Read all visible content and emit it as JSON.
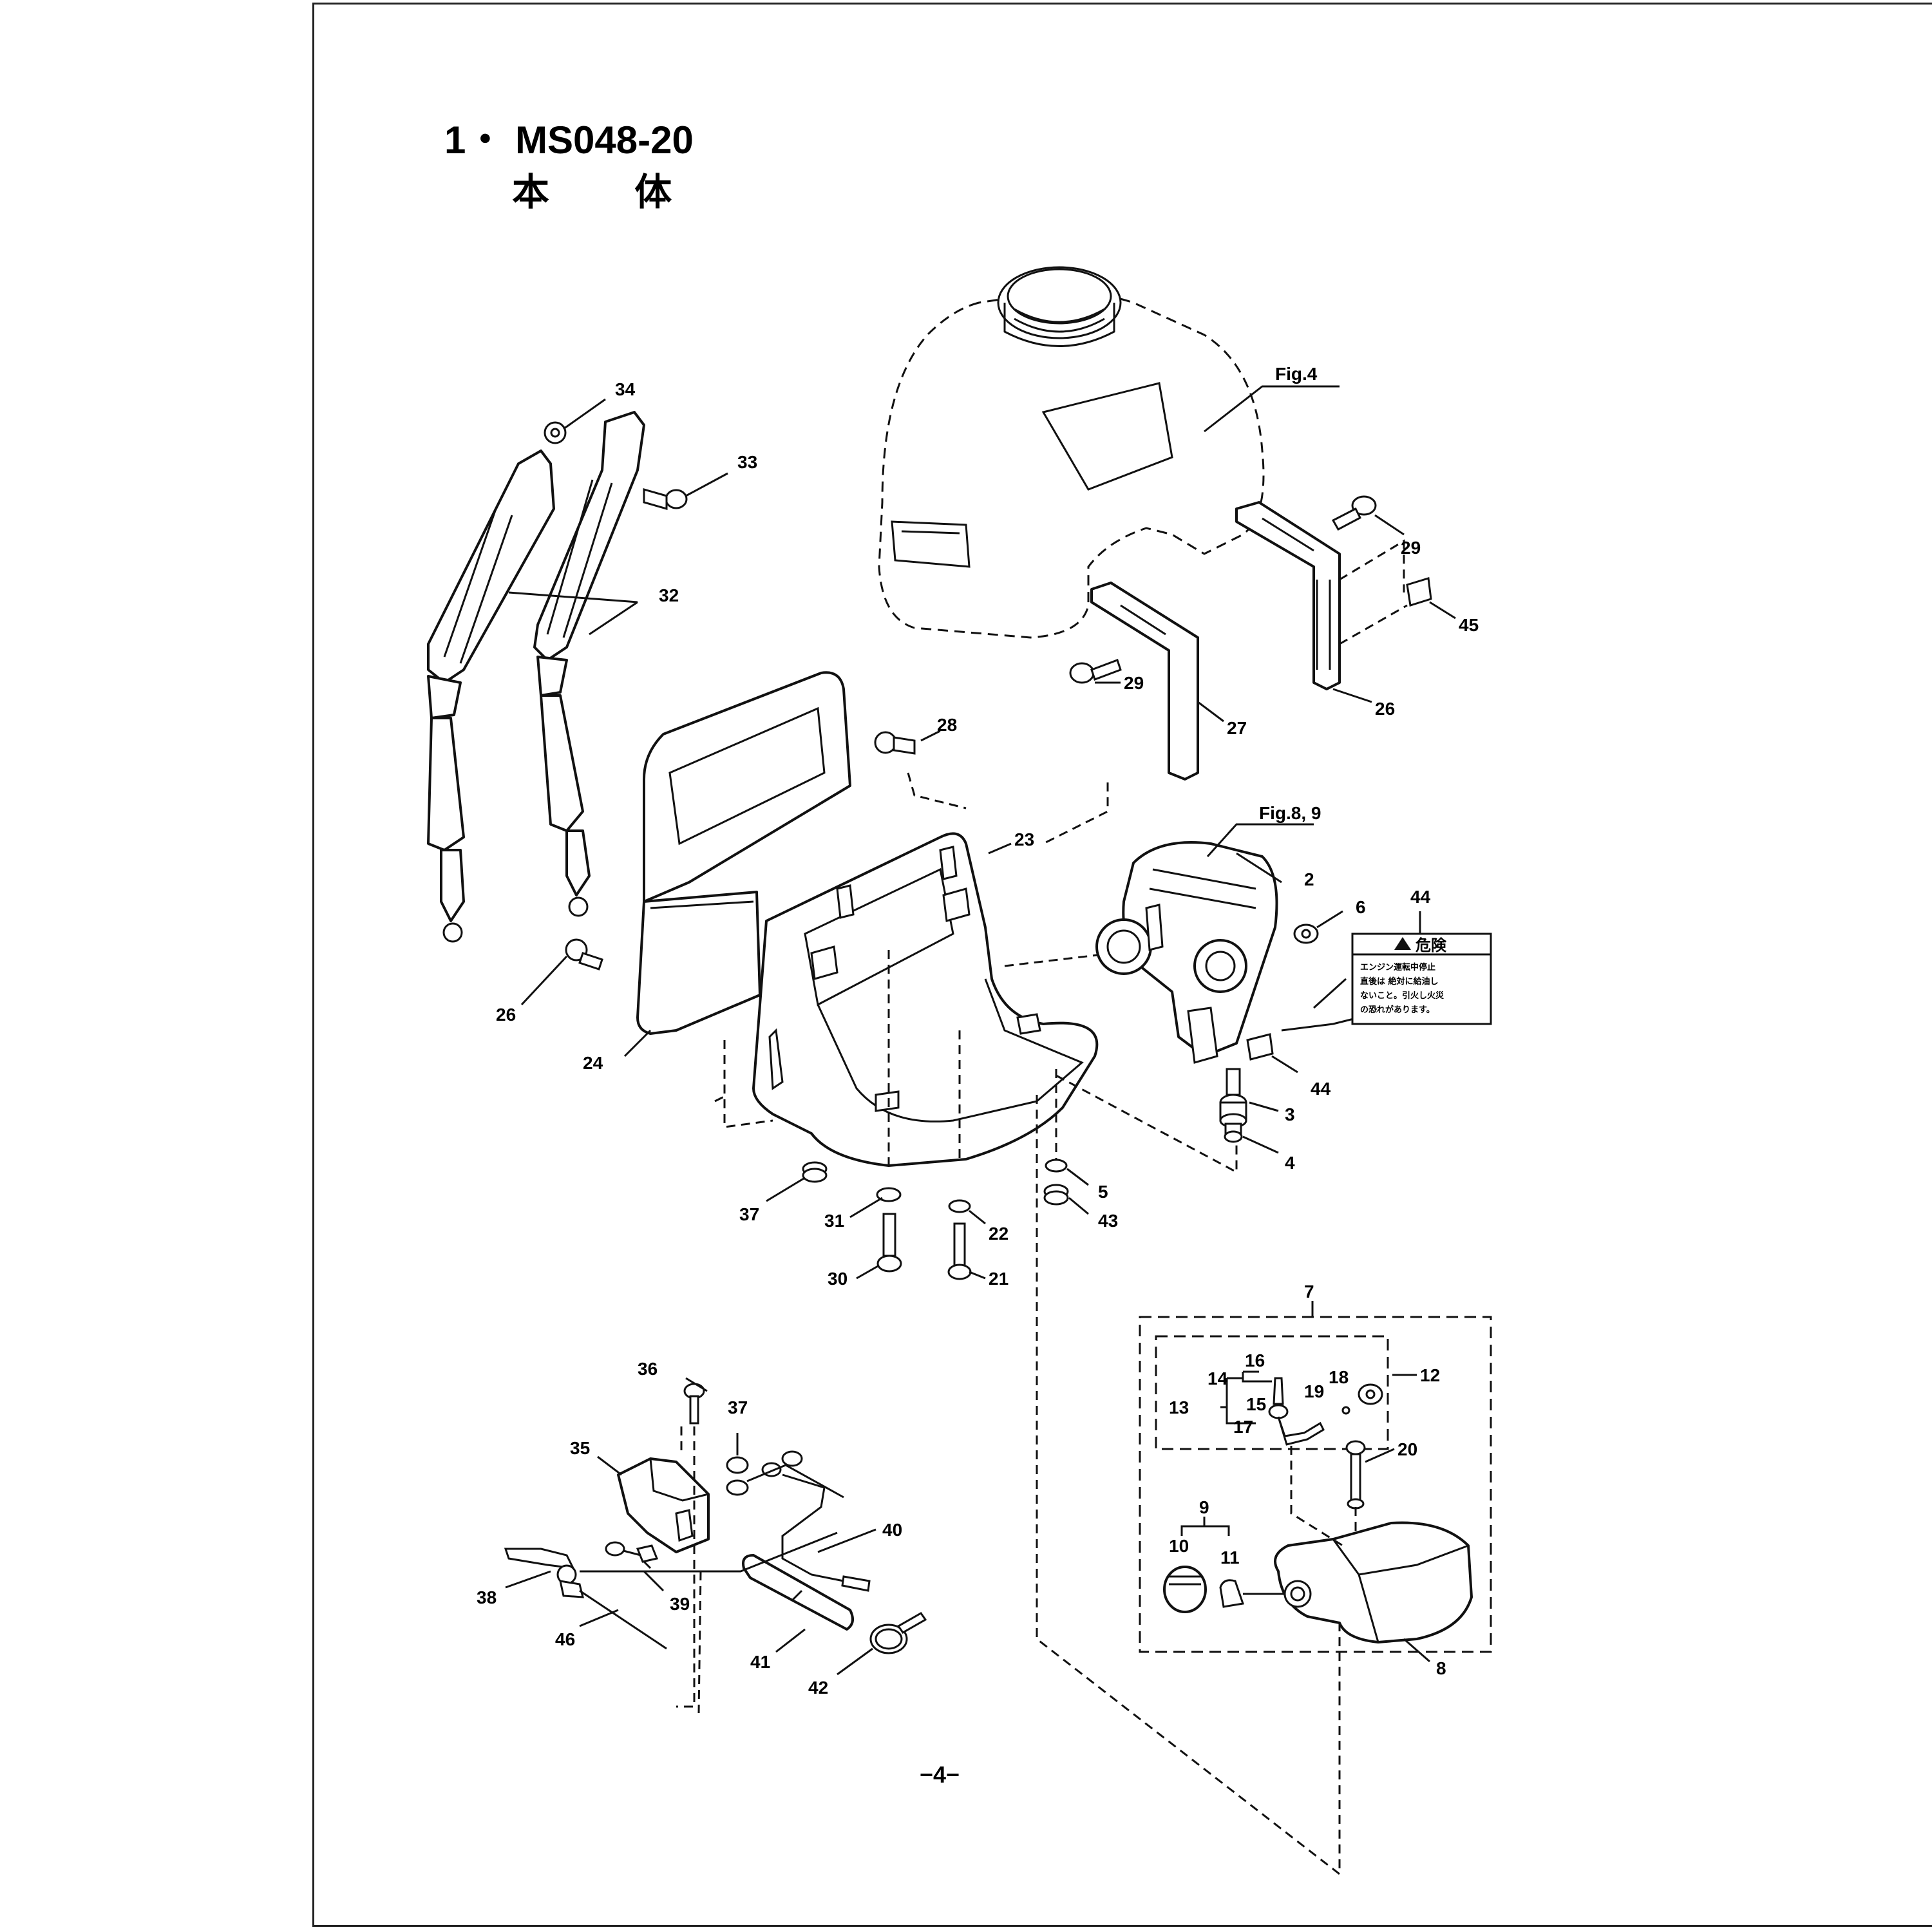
{
  "header": {
    "index": "1・",
    "model": "MS048-20",
    "subtitle": "本 体"
  },
  "figure_refs": {
    "tank": "Fig.4",
    "engine": "Fig.8, 9"
  },
  "warning_label": {
    "heading": "危険",
    "lines": [
      "エンジン運転中停止",
      "直後は  絶対に給油し",
      "ないこと。引火し火災",
      "の恐れがあります。"
    ]
  },
  "callouts": {
    "c34": "34",
    "c33": "33",
    "c32": "32",
    "c29a": "29",
    "c45": "45",
    "c29b": "29",
    "c26a": "26",
    "c27": "27",
    "c28": "28",
    "c23": "23",
    "c2": "2",
    "c6": "6",
    "c44a": "44",
    "c26b": "26",
    "c24": "24",
    "c44b": "44",
    "c3": "3",
    "c4": "4",
    "c37a": "37",
    "c31": "31",
    "c22": "22",
    "c5": "5",
    "c43": "43",
    "c30": "30",
    "c21": "21",
    "c7": "7",
    "c36": "36",
    "c37b": "37",
    "c35": "35",
    "c12": "12",
    "c16": "16",
    "c18": "18",
    "c14": "14",
    "c13": "13",
    "c15": "15",
    "c19": "19",
    "c17": "17",
    "c20": "20",
    "c40": "40",
    "c9": "9",
    "c10": "10",
    "c11": "11",
    "c38": "38",
    "c39": "39",
    "c46": "46",
    "c41": "41",
    "c8": "8",
    "c42": "42"
  },
  "footer": {
    "page": "−4−"
  }
}
